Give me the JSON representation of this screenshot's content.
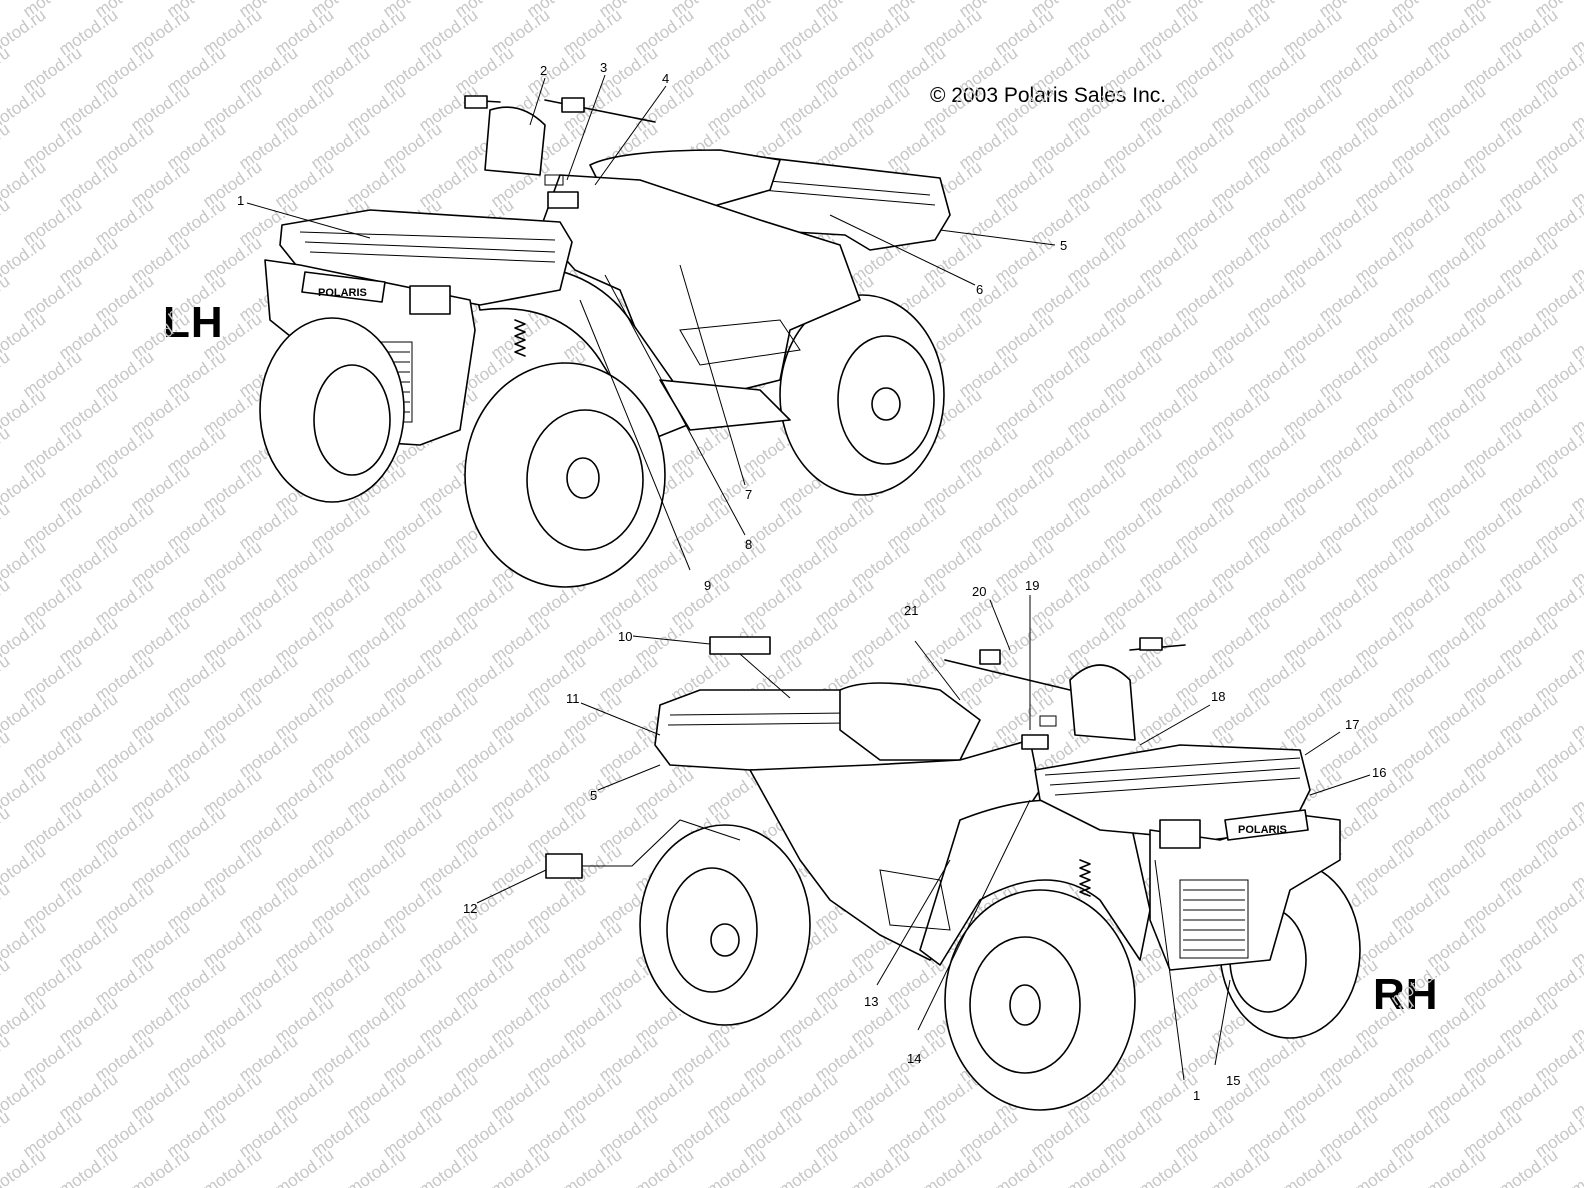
{
  "copyright": "© 2003 Polaris Sales Inc.",
  "watermark": "motod.ru",
  "brand_plate": "POLARIS",
  "views": {
    "left": {
      "label": "LH"
    },
    "right": {
      "label": "RH"
    }
  },
  "callouts_left": [
    "1",
    "2",
    "3",
    "4",
    "5",
    "6",
    "7",
    "8",
    "9"
  ],
  "callouts_right": [
    "10",
    "11",
    "5",
    "12",
    "13",
    "14",
    "1",
    "15",
    "16",
    "17",
    "18",
    "19",
    "20",
    "21"
  ]
}
